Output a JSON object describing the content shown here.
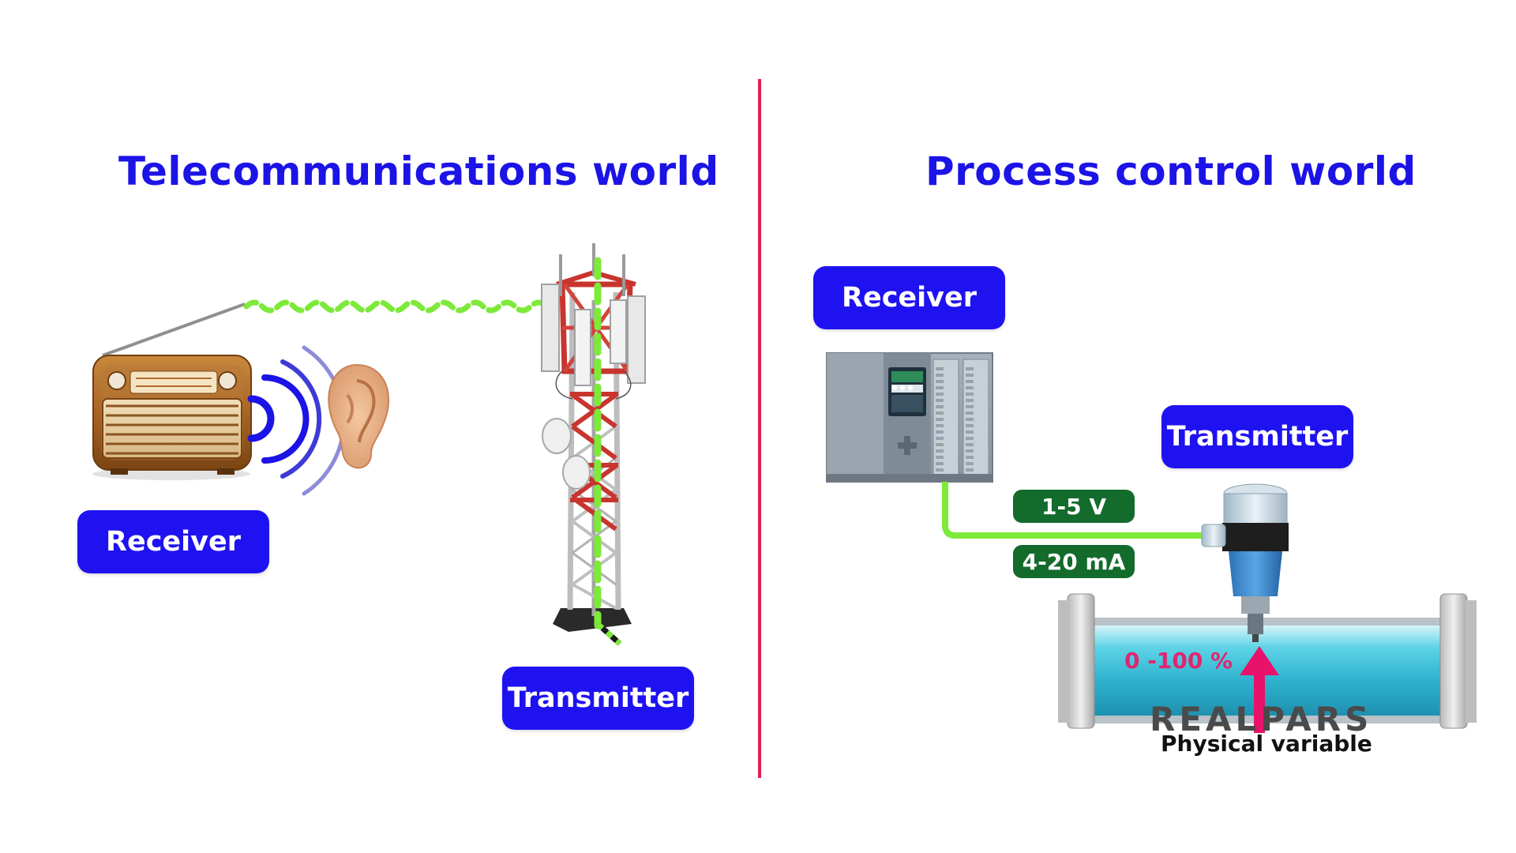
{
  "colors": {
    "heading": "#1c13e6",
    "pill": "#1f12f0",
    "tag": "#136b2c",
    "divider": "#e0204f",
    "signal": "#7dea3a",
    "variable": "#e2246f"
  },
  "telecom": {
    "title": "Telecommunications world",
    "receiver_label": "Receiver",
    "transmitter_label": "Transmitter",
    "icons": [
      "radio-icon",
      "sound-wave-icon",
      "ear-icon",
      "cell-tower-icon"
    ]
  },
  "process": {
    "title": "Process control world",
    "receiver_label": "Receiver",
    "transmitter_label": "Transmitter",
    "voltage_signal": "1-5 V",
    "current_signal": "4-20 mA",
    "variable_range": "0 -100 %",
    "variable_caption": "Physical variable",
    "icons": [
      "plc-icon",
      "level-transmitter-icon",
      "pipe-icon",
      "up-arrow-icon"
    ]
  },
  "brand": "REALPARS"
}
